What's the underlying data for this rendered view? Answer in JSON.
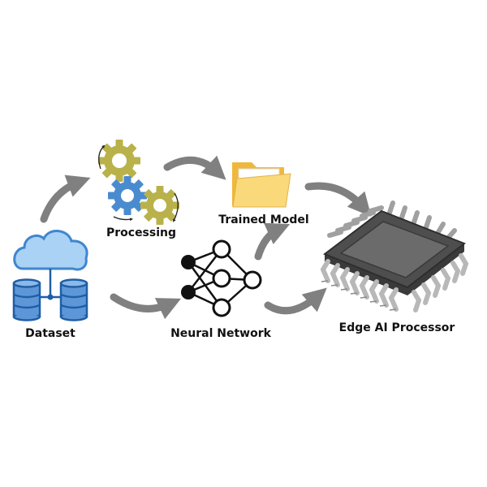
{
  "nodes": {
    "dataset": {
      "label": "Dataset",
      "icon": "cloud-database-icon"
    },
    "processing": {
      "label": "Processing",
      "icon": "gears-icon"
    },
    "trained_model": {
      "label": "Trained Model",
      "icon": "folder-icon"
    },
    "neural_network": {
      "label": "Neural Network",
      "icon": "neural-network-icon"
    },
    "edge_ai_processor": {
      "label": "Edge AI Processor",
      "icon": "microchip-icon"
    }
  },
  "colors": {
    "arrow": "#808080",
    "cloud_fill": "#a9d2f5",
    "cloud_stroke": "#3f86cf",
    "db_fill": "#5d97d8",
    "db_stroke": "#1f5ea6",
    "gear_olive": "#b9b24a",
    "gear_blue": "#4a8bd0",
    "folder_back": "#f0b83a",
    "folder_front": "#f9d979",
    "chip_dark": "#4a4a4a",
    "chip_top": "#6b6b6b",
    "pins": "#c8c8c8"
  }
}
